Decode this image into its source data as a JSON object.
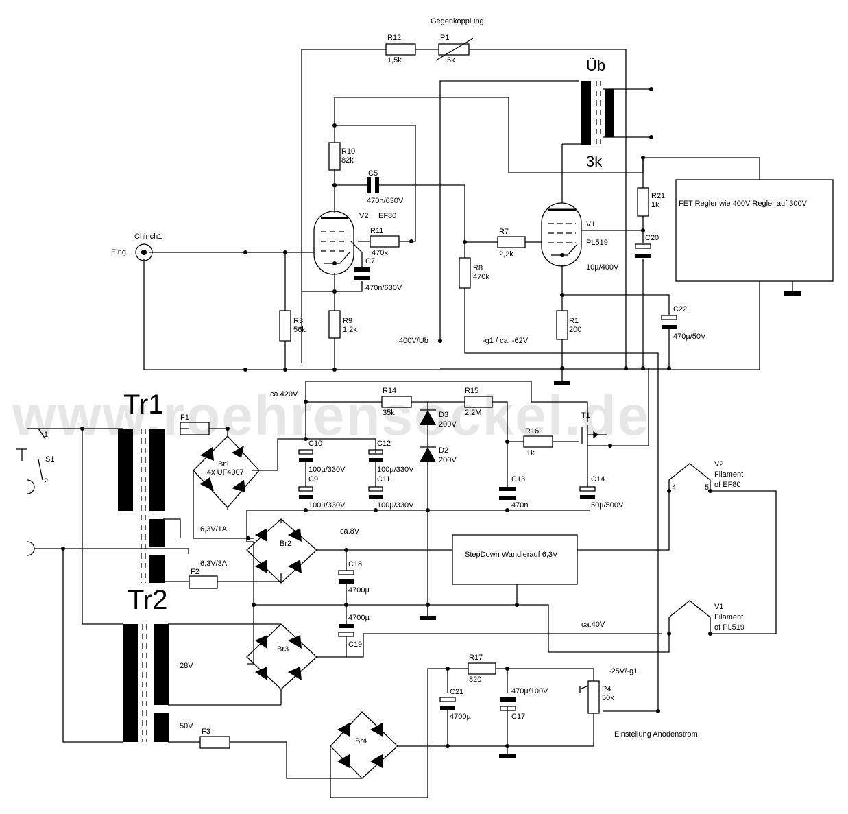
{
  "watermark": "www.roehrensockel.de",
  "labels": {
    "gegenkopplung": "Gegenkopplung",
    "r12": "R12",
    "r12v": "1,5k",
    "p1": "P1",
    "p1v": "5k",
    "ub": "Üb",
    "ub3k": "3k",
    "r10": "R10",
    "r10v": "82k",
    "c5": "C5",
    "c5v": "470n/630V",
    "v2": "V2",
    "ef80": "EF80",
    "r11": "R11",
    "r11v": "470k",
    "c7": "C7",
    "c7v": "470n/630V",
    "chinch": "Chinch1",
    "eing": "Eing.",
    "r3": "R3",
    "r3v": "56k",
    "r9": "R9",
    "r9v": "1,2k",
    "r7": "R7",
    "r7v": "2,2k",
    "r8": "R8",
    "r8v": "470k",
    "v1": "V1",
    "pl519": "PL519",
    "r21": "R21",
    "r21v": "1k",
    "c20": "C20",
    "c20v": "10µ/400V",
    "fet": "FET Regler wie 400V Regler auf 300V",
    "c22": "C22",
    "c22v": "470µ/50V",
    "r1": "R1",
    "r1v": "200",
    "ub400": "400V/Ub",
    "g1": "-g1 / ca. -62V",
    "ca420": "ca.420V",
    "r14": "R14",
    "r14v": "35k",
    "r15": "R15",
    "r15v": "2,2M",
    "d3": "D3",
    "d3v": "200V",
    "t1": "T1",
    "tr1": "Tr1",
    "tr2": "Tr2",
    "f1": "F1",
    "f2": "F2",
    "f3": "F3",
    "s1": "S1",
    "pin1": "1",
    "pin2": "2",
    "br1": "Br1",
    "br1v": "4x UF4007",
    "c10": "C10",
    "c10v": "100µ/330V",
    "c12": "C12",
    "c12v": "100µ/330V",
    "d2": "D2",
    "d2v": "200V",
    "r16": "R16",
    "r16v": "1k",
    "c9": "C9",
    "c9v": "100µ/330V",
    "c11": "C11",
    "c11v": "100µ/330V",
    "c13": "C13",
    "c13v": "470n",
    "c14": "C14",
    "c14v": "50µ/500V",
    "v2fil": "V2",
    "v2fil2": "Filament",
    "v2fil3": "of EF80",
    "pin4": "4",
    "pin5": "5",
    "s63a": "6,3V/1A",
    "br2": "Br2",
    "ca8": "ca.8V",
    "stepdown": "StepDown Wandlerauf 6,3V",
    "s63b": "6,3V/3A",
    "c18": "C18",
    "c18v": "4700µ",
    "c19": "C19",
    "c19v": "4700µ",
    "br3": "Br3",
    "v28": "28V",
    "v1fil": "V1",
    "v1fil2": "Filament",
    "v1fil3": "of PL519",
    "ca40": "ca.40V",
    "r17": "R17",
    "r17v": "820",
    "neg25": "-25V/-g1",
    "c21": "C21",
    "c21v": "4700µ",
    "c17": "C17",
    "c17v": "470µ/100V",
    "p4": "P4",
    "p4v": "50k",
    "v50": "50V",
    "br4": "Br4",
    "einst": "Einstellung Anodenstrom"
  }
}
